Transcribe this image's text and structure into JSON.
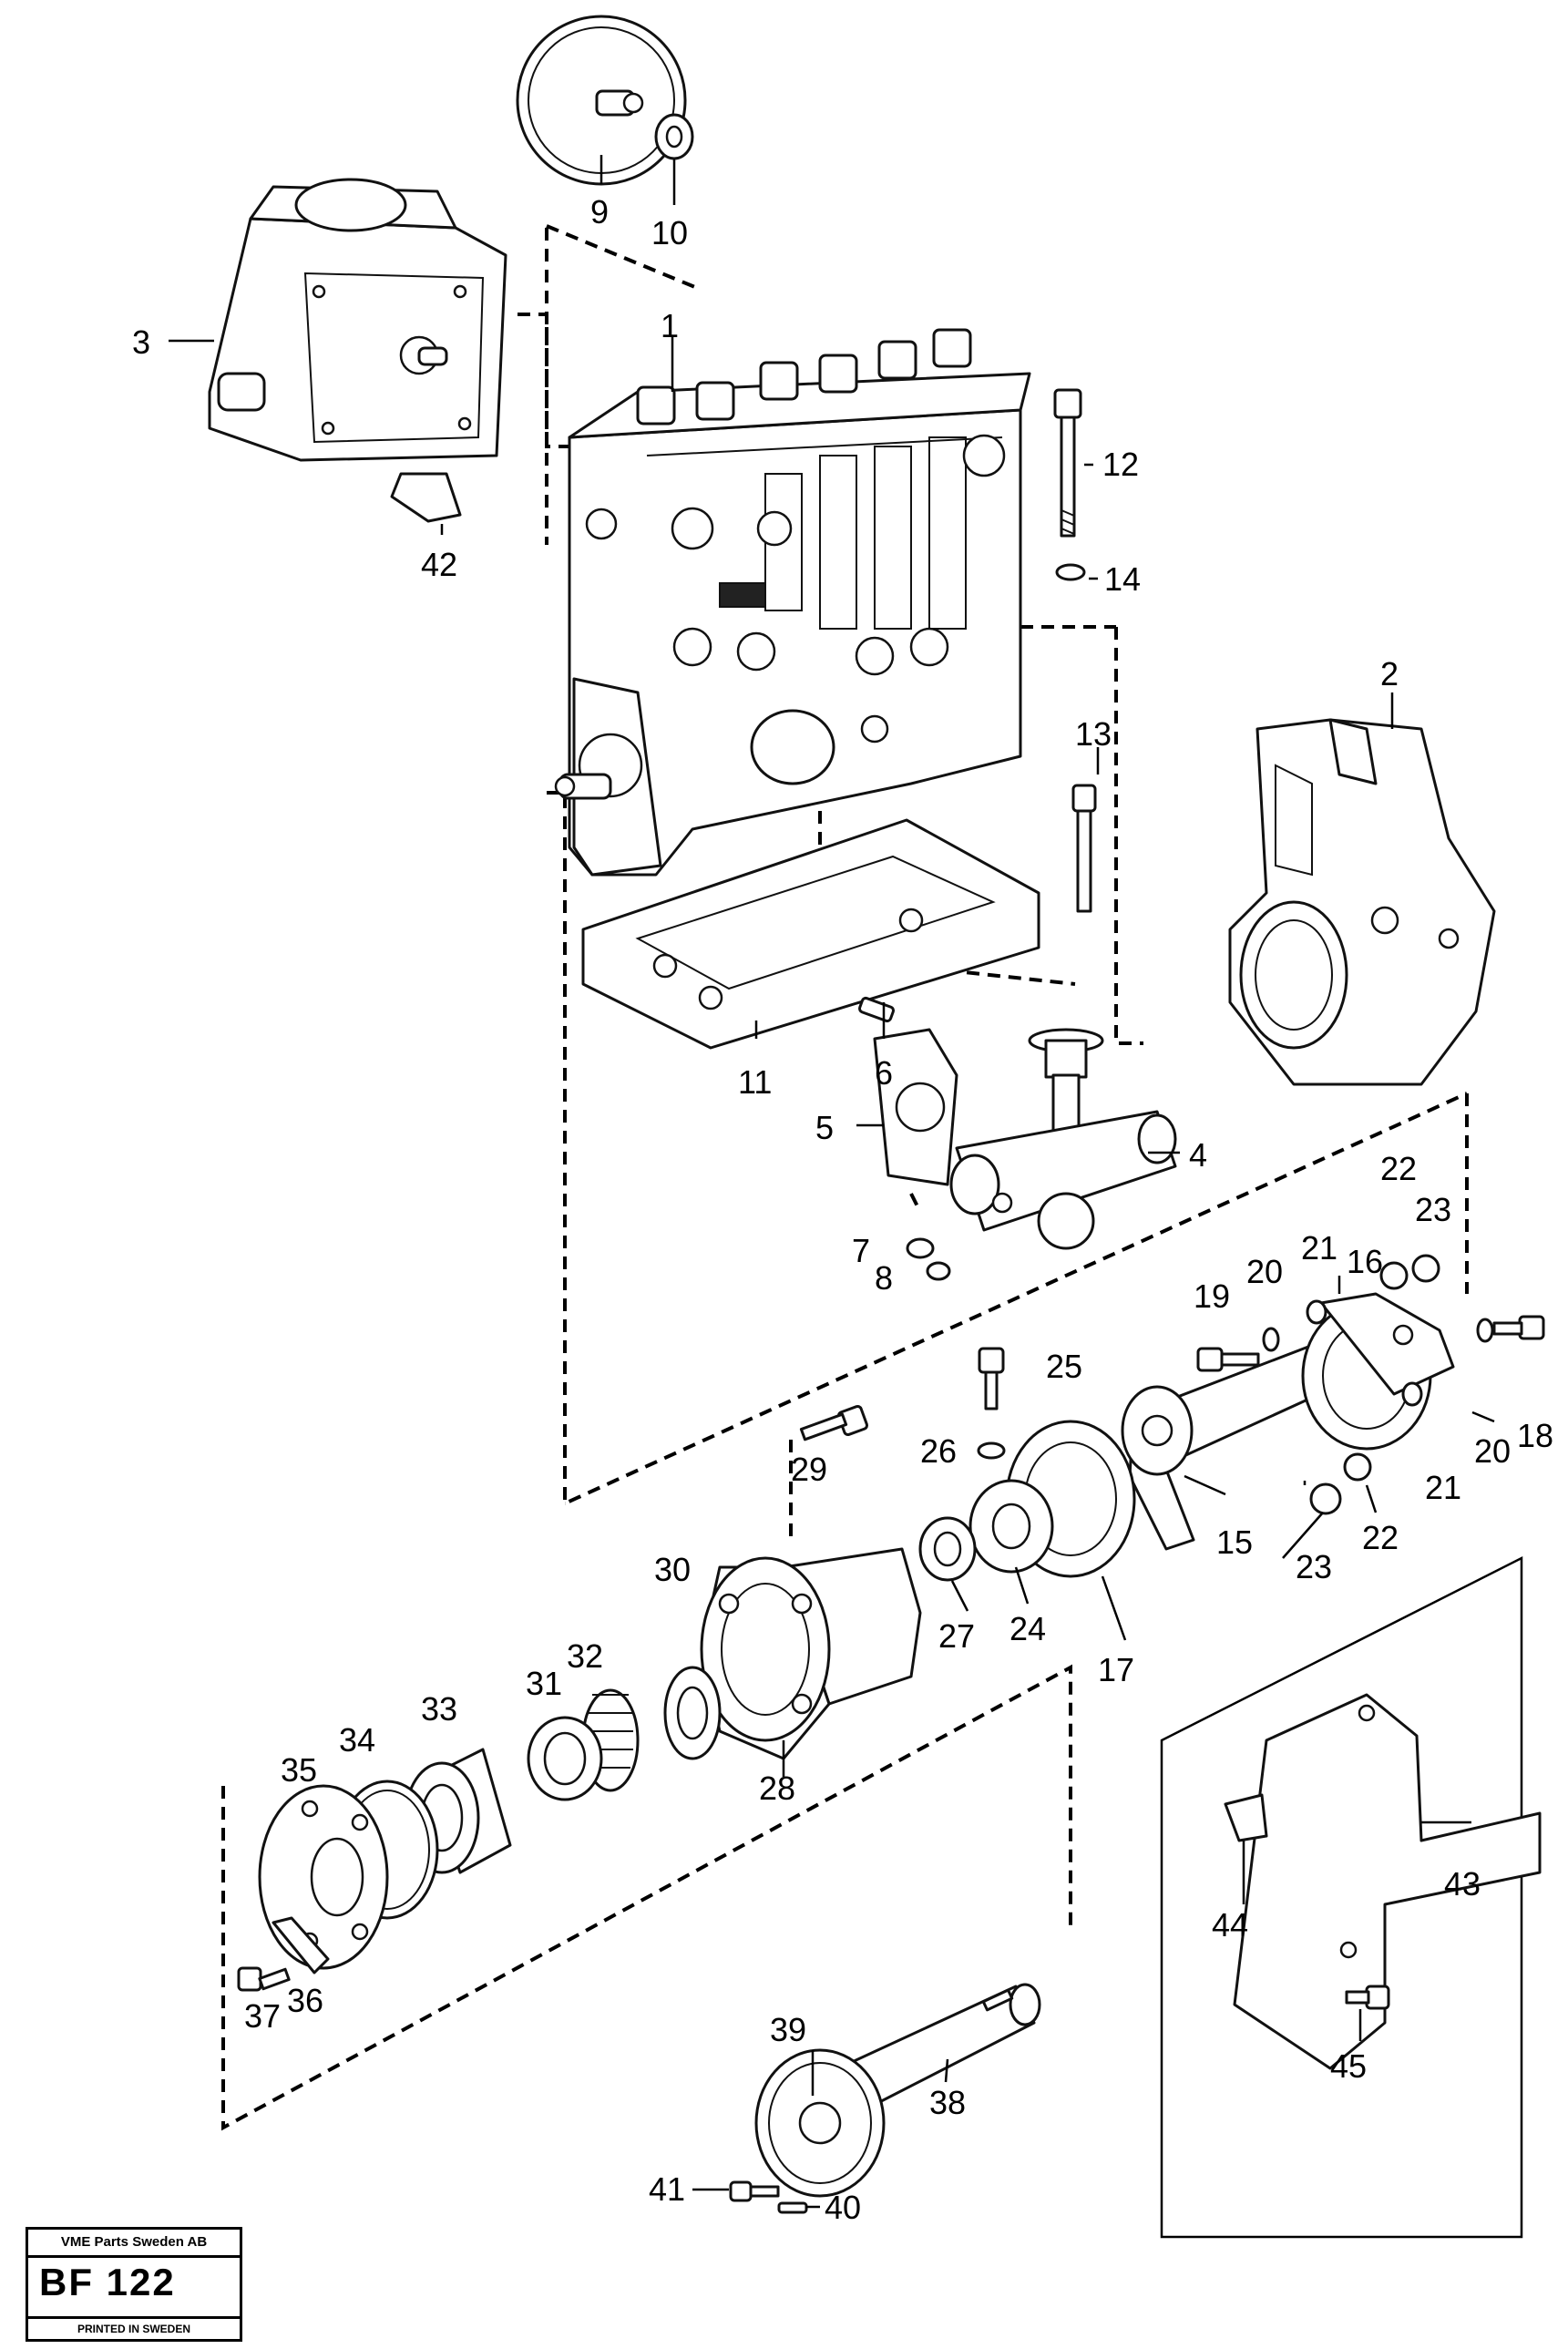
{
  "callouts": {
    "c1": "1",
    "c2": "2",
    "c3": "3",
    "c4": "4",
    "c5": "5",
    "c6": "6",
    "c7": "7",
    "c8": "8",
    "c9": "9",
    "c10": "10",
    "c11": "11",
    "c12": "12",
    "c13": "13",
    "c14": "14",
    "c15": "15",
    "c16": "16",
    "c17": "17",
    "c18": "18",
    "c19": "19",
    "c20a": "20",
    "c20b": "20",
    "c21a": "21",
    "c21b": "21",
    "c22a": "22",
    "c22b": "22",
    "c23a": "23",
    "c23b": "23",
    "c24": "24",
    "c25": "25",
    "c26": "26",
    "c27": "27",
    "c28": "28",
    "c29": "29",
    "c30": "30",
    "c31": "31",
    "c32": "32",
    "c33": "33",
    "c34": "34",
    "c35": "35",
    "c36": "36",
    "c37": "37",
    "c38": "38",
    "c39": "39",
    "c40": "40",
    "c41": "41",
    "c42": "42",
    "c43": "43",
    "c44": "44",
    "c45": "45"
  },
  "stamp": {
    "company": "VME Parts Sweden AB",
    "code": "BF 122",
    "printed": "PRINTED IN SWEDEN"
  }
}
